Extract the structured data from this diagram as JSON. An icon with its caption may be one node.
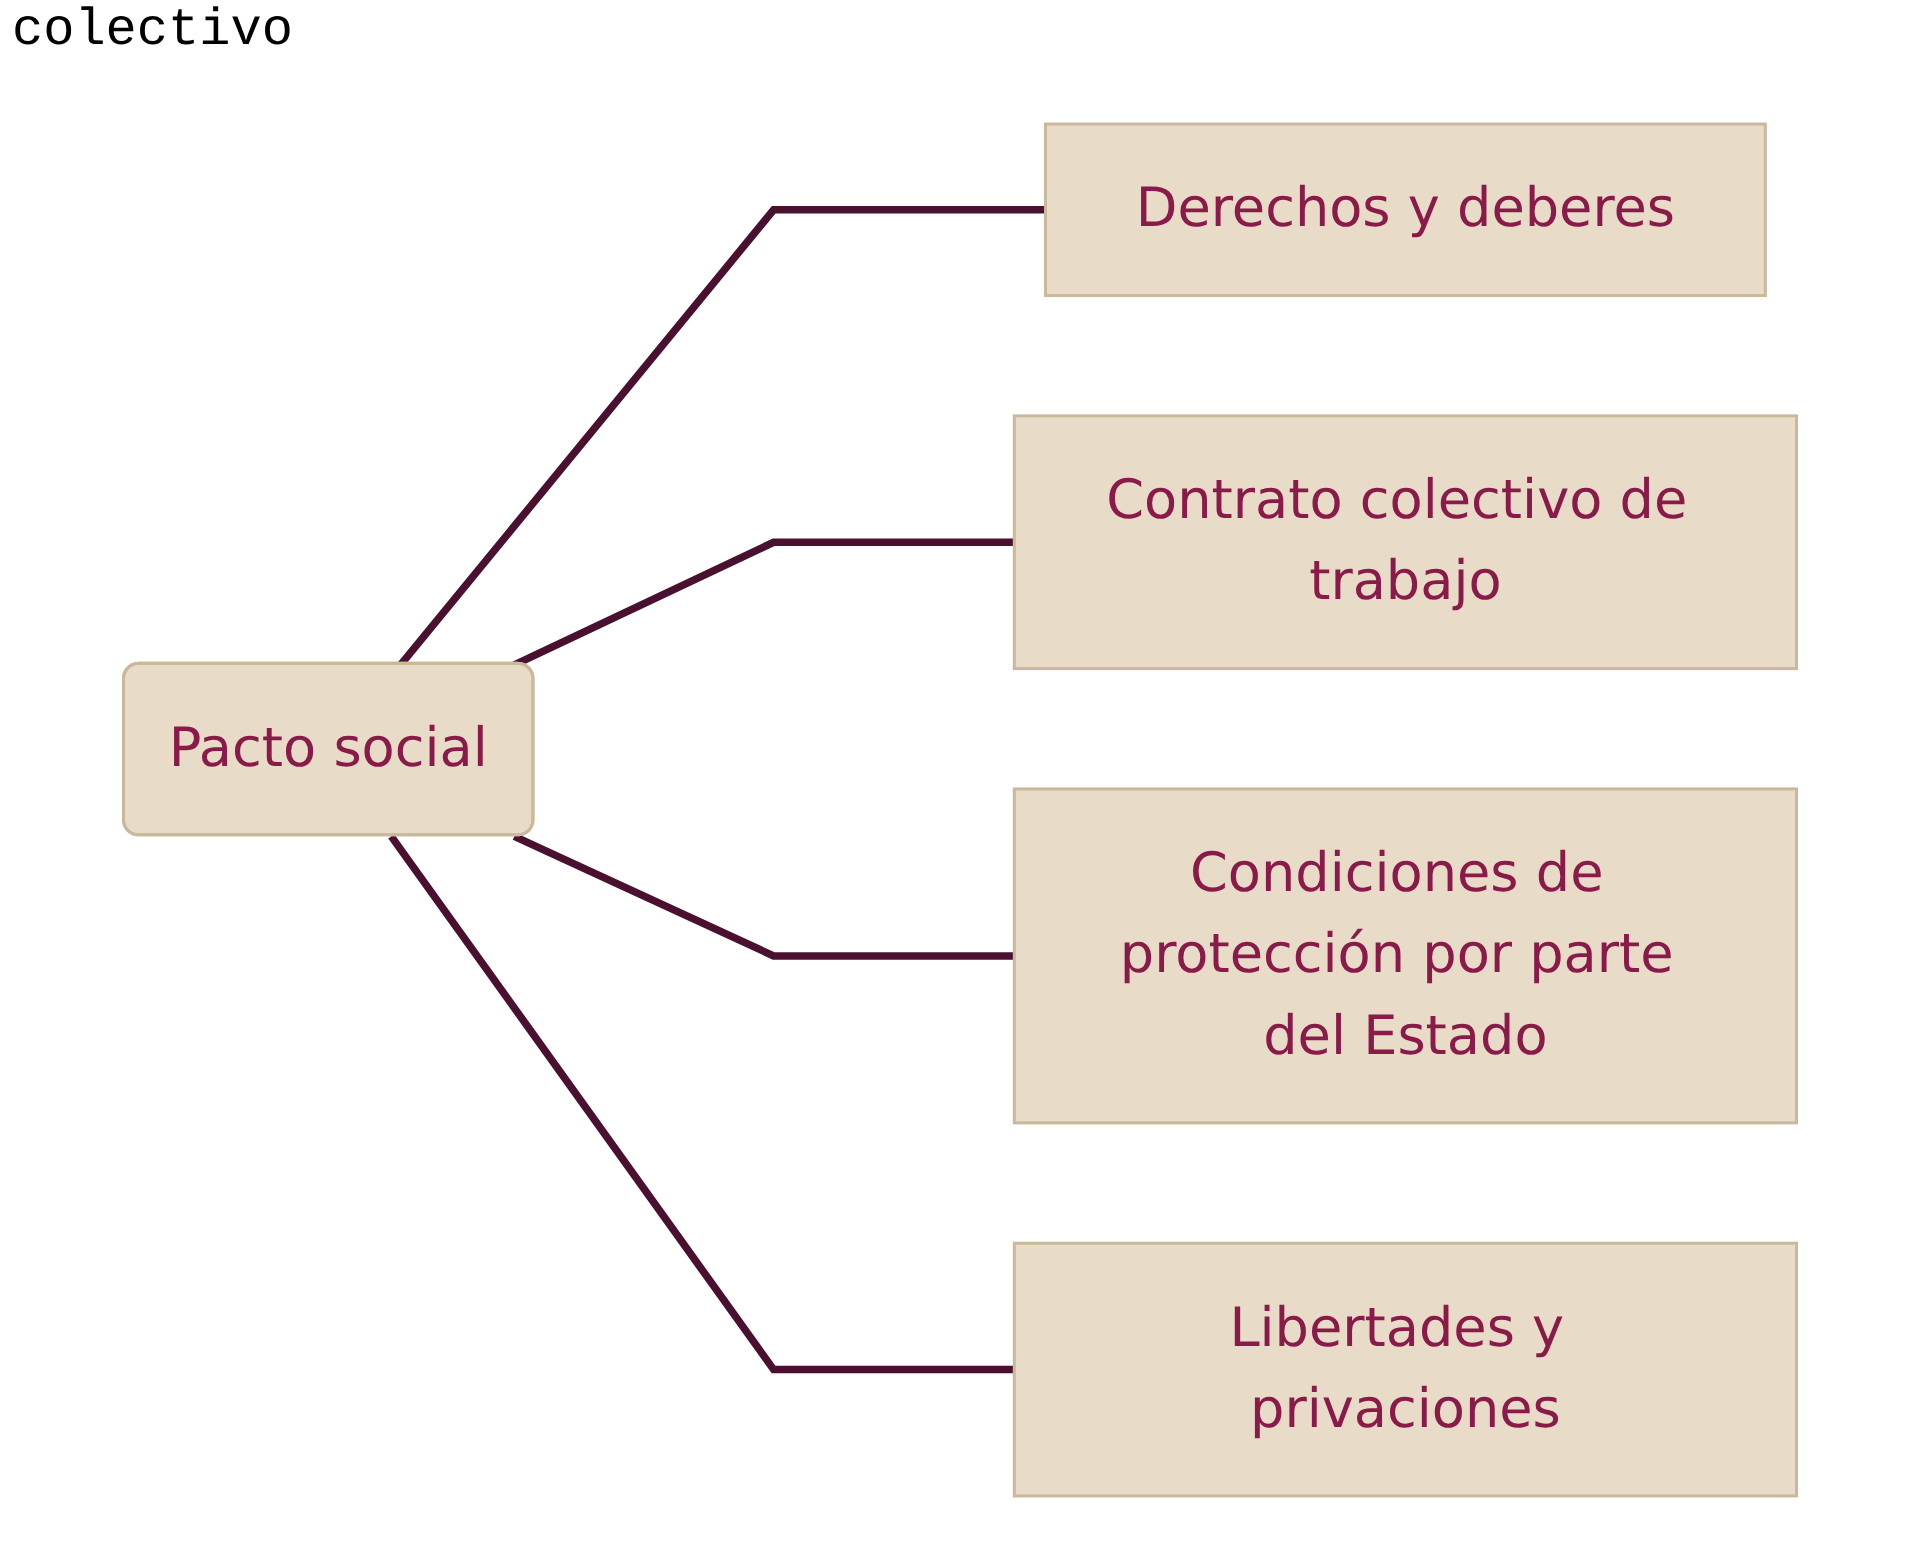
{
  "diagram": {
    "nodes": [
      {
        "text": [
          "Pacto social"
        ]
      },
      {
        "text": [
          "Derechos y deberes"
        ]
      },
      {
        "text": [
          "Contrato colectivo de trabajo"
        ]
      },
      {
        "text": [
          "Condiciones de protección por parte del Estado"
        ]
      },
      {
        "text": [
          "Libertades y privaciones"
        ]
      }
    ],
    "edges": [
      {
        "from": 0,
        "to": 1,
        "arrow": "none"
      },
      {
        "from": 0,
        "to": 2,
        "arrow": "none"
      },
      {
        "from": 0,
        "to": 3,
        "arrow": "none"
      },
      {
        "from": 0,
        "to": 4,
        "arrow": "none"
      }
    ],
    "labels": [
      "colectivo"
    ]
  }
}
